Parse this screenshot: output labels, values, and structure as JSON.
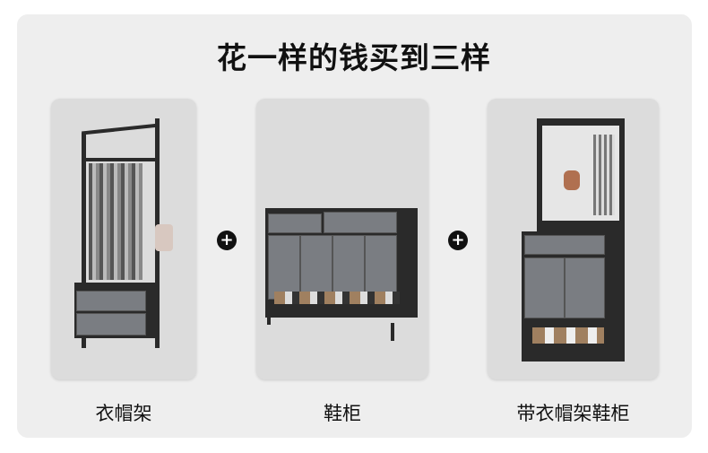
{
  "title": "花一样的钱买到三样",
  "products": [
    {
      "label": "衣帽架"
    },
    {
      "label": "鞋柜"
    },
    {
      "label": "带衣帽架鞋柜"
    }
  ],
  "plus_symbol": "+"
}
